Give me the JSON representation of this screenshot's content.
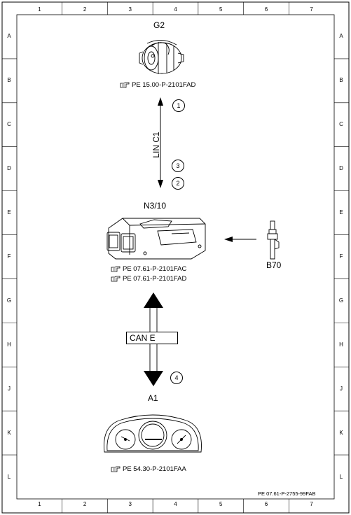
{
  "frame": {
    "columns": [
      "1",
      "2",
      "3",
      "4",
      "5",
      "6",
      "7"
    ],
    "rows": [
      "A",
      "B",
      "C",
      "D",
      "E",
      "F",
      "G",
      "H",
      "J",
      "K",
      "L"
    ]
  },
  "components": {
    "g2": {
      "label": "G2",
      "ref": "PE 15.00-P-2101FAD"
    },
    "n3_10": {
      "label": "N3/10",
      "refs": [
        "PE 07.61-P-2101FAC",
        "PE 07.61-P-2101FAD"
      ]
    },
    "b70": {
      "label": "B70"
    },
    "a1": {
      "label": "A1",
      "ref": "PE 54.30-P-2101FAA"
    }
  },
  "connections": {
    "lin": {
      "label": "LIN C1",
      "markers": [
        "1",
        "3",
        "2"
      ]
    },
    "can": {
      "label": "CAN E",
      "marker": "4"
    }
  },
  "document_id": "PE 07.61-P-2755-99FAB"
}
